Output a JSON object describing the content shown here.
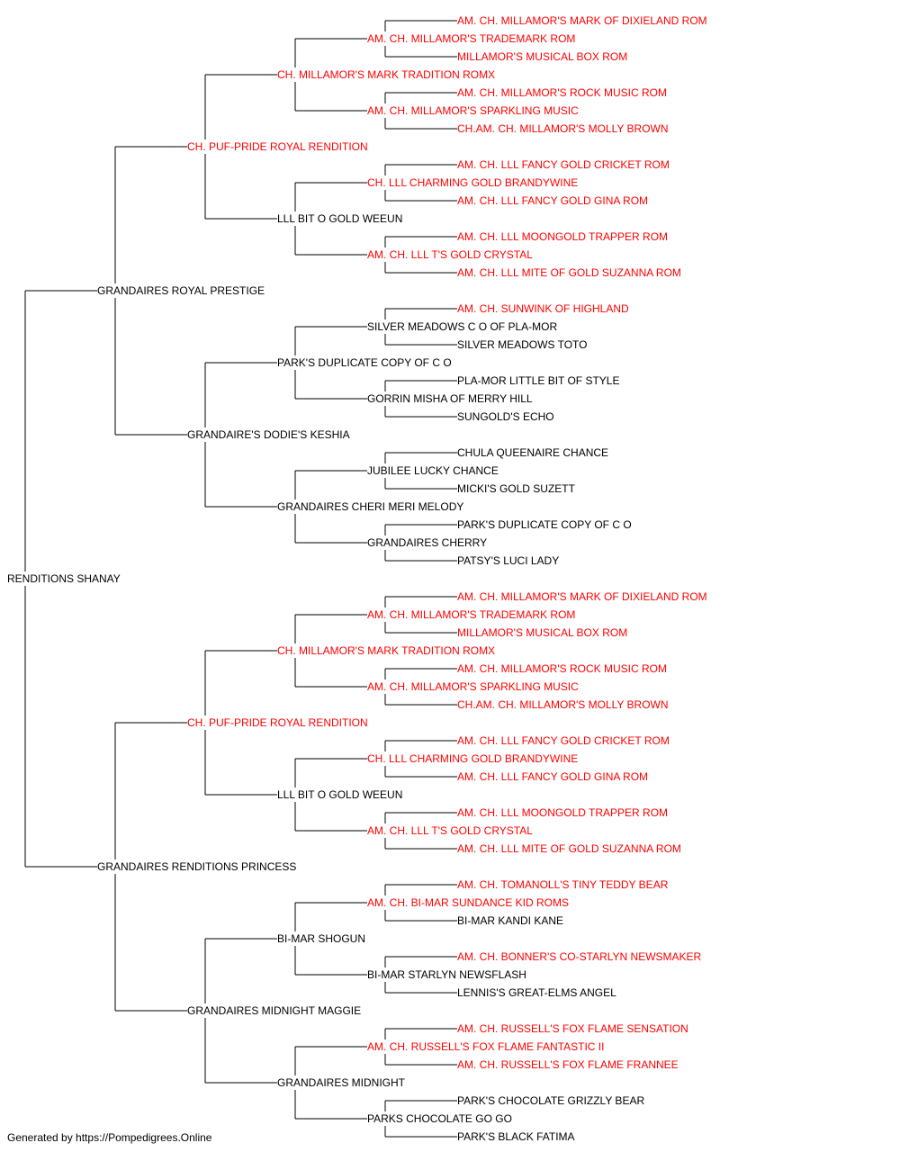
{
  "colors": {
    "champion": "#ff0000",
    "regular": "#000000",
    "line": "#000000"
  },
  "pedigree": {
    "name": "RENDITIONS SHANAY",
    "champion": false,
    "sire": {
      "name": "GRANDAIRES ROYAL PRESTIGE",
      "champion": false,
      "sire": {
        "name": "CH. PUF-PRIDE ROYAL RENDITION",
        "champion": true,
        "sire": {
          "name": "CH. MILLAMOR'S MARK TRADITION ROMX",
          "champion": true,
          "sire": {
            "name": "AM. CH. MILLAMOR'S TRADEMARK ROM",
            "champion": true,
            "sire": {
              "name": "AM. CH. MILLAMOR'S MARK OF DIXIELAND ROM",
              "champion": true
            },
            "dam": {
              "name": "MILLAMOR'S MUSICAL BOX ROM",
              "champion": true
            }
          },
          "dam": {
            "name": "AM. CH. MILLAMOR'S SPARKLING MUSIC",
            "champion": true,
            "sire": {
              "name": "AM. CH. MILLAMOR'S ROCK MUSIC ROM",
              "champion": true
            },
            "dam": {
              "name": "CH.AM. CH. MILLAMOR'S MOLLY BROWN",
              "champion": true
            }
          }
        },
        "dam": {
          "name": "LLL BIT O GOLD WEEUN",
          "champion": false,
          "sire": {
            "name": "CH. LLL CHARMING GOLD BRANDYWINE",
            "champion": true,
            "sire": {
              "name": "AM. CH. LLL FANCY GOLD CRICKET ROM",
              "champion": true
            },
            "dam": {
              "name": "AM. CH. LLL FANCY GOLD GINA ROM",
              "champion": true
            }
          },
          "dam": {
            "name": "AM. CH. LLL T'S GOLD CRYSTAL",
            "champion": true,
            "sire": {
              "name": "AM. CH. LLL MOONGOLD TRAPPER ROM",
              "champion": true
            },
            "dam": {
              "name": "AM. CH. LLL MITE OF GOLD SUZANNA ROM",
              "champion": true
            }
          }
        }
      },
      "dam": {
        "name": "GRANDAIRE'S DODIE'S KESHIA",
        "champion": false,
        "sire": {
          "name": "PARK'S DUPLICATE COPY OF C O",
          "champion": false,
          "sire": {
            "name": "SILVER MEADOWS C O OF PLA-MOR",
            "champion": false,
            "sire": {
              "name": "AM. CH. SUNWINK OF HIGHLAND",
              "champion": true
            },
            "dam": {
              "name": "SILVER MEADOWS TOTO",
              "champion": false
            }
          },
          "dam": {
            "name": "GORRIN MISHA OF MERRY HILL",
            "champion": false,
            "sire": {
              "name": "PLA-MOR LITTLE BIT OF STYLE",
              "champion": false
            },
            "dam": {
              "name": "SUNGOLD'S ECHO",
              "champion": false
            }
          }
        },
        "dam": {
          "name": "GRANDAIRES CHERI MERI MELODY",
          "champion": false,
          "sire": {
            "name": "JUBILEE LUCKY CHANCE",
            "champion": false,
            "sire": {
              "name": "CHULA QUEENAIRE CHANCE",
              "champion": false
            },
            "dam": {
              "name": "MICKI'S GOLD SUZETT",
              "champion": false
            }
          },
          "dam": {
            "name": "GRANDAIRES CHERRY",
            "champion": false,
            "sire": {
              "name": "PARK'S DUPLICATE COPY OF C O",
              "champion": false
            },
            "dam": {
              "name": "PATSY'S LUCI LADY",
              "champion": false
            }
          }
        }
      }
    },
    "dam": {
      "name": "GRANDAIRES RENDITIONS PRINCESS",
      "champion": false,
      "sire": {
        "name": "CH. PUF-PRIDE ROYAL RENDITION",
        "champion": true,
        "sire": {
          "name": "CH. MILLAMOR'S MARK TRADITION ROMX",
          "champion": true,
          "sire": {
            "name": "AM. CH. MILLAMOR'S TRADEMARK ROM",
            "champion": true,
            "sire": {
              "name": "AM. CH. MILLAMOR'S MARK OF DIXIELAND ROM",
              "champion": true
            },
            "dam": {
              "name": "MILLAMOR'S MUSICAL BOX ROM",
              "champion": true
            }
          },
          "dam": {
            "name": "AM. CH. MILLAMOR'S SPARKLING MUSIC",
            "champion": true,
            "sire": {
              "name": "AM. CH. MILLAMOR'S ROCK MUSIC ROM",
              "champion": true
            },
            "dam": {
              "name": "CH.AM. CH. MILLAMOR'S MOLLY BROWN",
              "champion": true
            }
          }
        },
        "dam": {
          "name": "LLL BIT O GOLD WEEUN",
          "champion": false,
          "sire": {
            "name": "CH. LLL CHARMING GOLD BRANDYWINE",
            "champion": true,
            "sire": {
              "name": "AM. CH. LLL FANCY GOLD CRICKET ROM",
              "champion": true
            },
            "dam": {
              "name": "AM. CH. LLL FANCY GOLD GINA ROM",
              "champion": true
            }
          },
          "dam": {
            "name": "AM. CH. LLL T'S GOLD CRYSTAL",
            "champion": true,
            "sire": {
              "name": "AM. CH. LLL MOONGOLD TRAPPER ROM",
              "champion": true
            },
            "dam": {
              "name": "AM. CH. LLL MITE OF GOLD SUZANNA ROM",
              "champion": true
            }
          }
        }
      },
      "dam": {
        "name": "GRANDAIRES MIDNIGHT MAGGIE",
        "champion": false,
        "sire": {
          "name": "BI-MAR SHOGUN",
          "champion": false,
          "sire": {
            "name": "AM. CH. BI-MAR SUNDANCE KID ROMS",
            "champion": true,
            "sire": {
              "name": "AM. CH. TOMANOLL'S TINY TEDDY BEAR",
              "champion": true
            },
            "dam": {
              "name": "BI-MAR KANDI KANE",
              "champion": false
            }
          },
          "dam": {
            "name": "BI-MAR STARLYN NEWSFLASH",
            "champion": false,
            "sire": {
              "name": "AM. CH. BONNER'S CO-STARLYN NEWSMAKER",
              "champion": true
            },
            "dam": {
              "name": "LENNIS'S GREAT-ELMS ANGEL",
              "champion": false
            }
          }
        },
        "dam": {
          "name": "GRANDAIRES MIDNIGHT",
          "champion": false,
          "sire": {
            "name": "AM. CH. RUSSELL'S FOX FLAME FANTASTIC II",
            "champion": true,
            "sire": {
              "name": "AM. CH. RUSSELL'S FOX FLAME SENSATION",
              "champion": true
            },
            "dam": {
              "name": "AM. CH. RUSSELL'S FOX FLAME FRANNEE",
              "champion": true
            }
          },
          "dam": {
            "name": "PARKS CHOCOLATE GO GO",
            "champion": false,
            "sire": {
              "name": "PARK'S CHOCOLATE GRIZZLY BEAR",
              "champion": false
            },
            "dam": {
              "name": "PARK'S BLACK FATIMA",
              "champion": false
            }
          }
        }
      }
    }
  },
  "footer": {
    "text": "Generated by https://Pompedigrees.Online"
  }
}
